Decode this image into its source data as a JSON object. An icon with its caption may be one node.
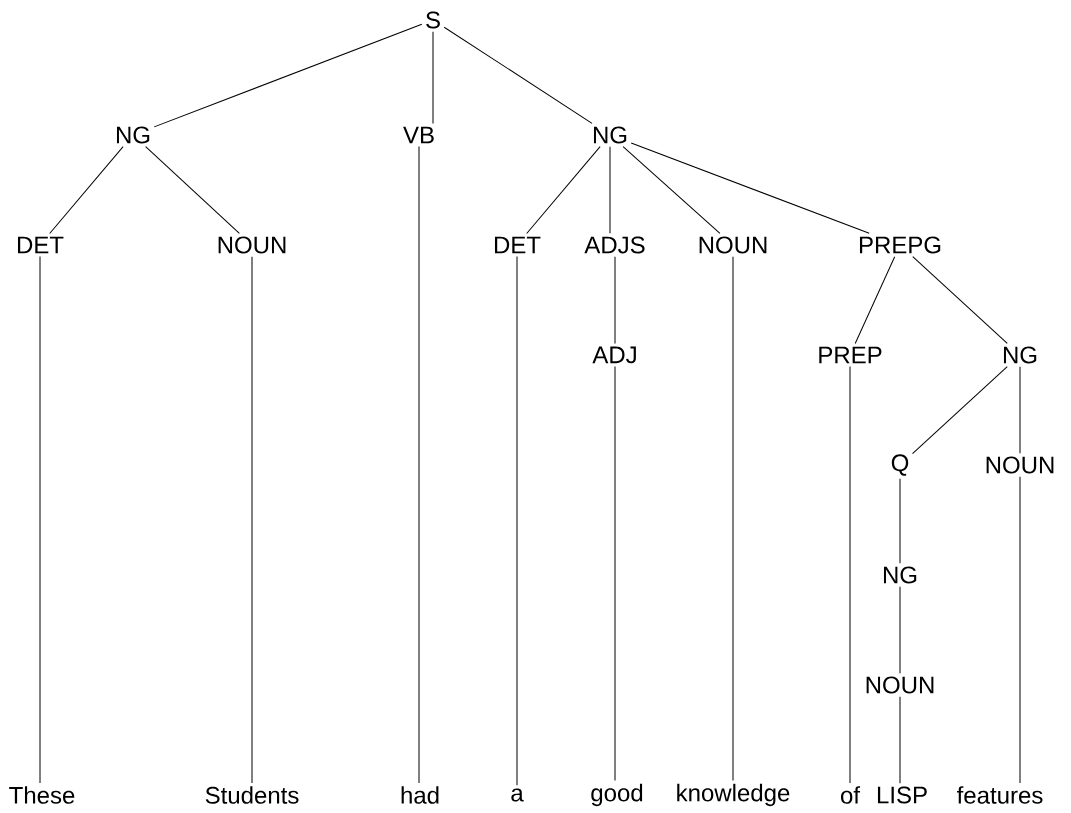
{
  "diagram": {
    "nodes": [
      {
        "text": [
          "S"
        ]
      },
      {
        "text": [
          "NG"
        ]
      },
      {
        "text": [
          "VB"
        ]
      },
      {
        "text": [
          "NG"
        ]
      },
      {
        "text": [
          "DET"
        ]
      },
      {
        "text": [
          "NOUN"
        ]
      },
      {
        "text": [
          "DET"
        ]
      },
      {
        "text": [
          "ADJS"
        ]
      },
      {
        "text": [
          "NOUN"
        ]
      },
      {
        "text": [
          "PREPG"
        ]
      },
      {
        "text": [
          "ADJ"
        ]
      },
      {
        "text": [
          "PREP"
        ]
      },
      {
        "text": [
          "NG"
        ]
      },
      {
        "text": [
          "Q"
        ]
      },
      {
        "text": [
          "NOUN"
        ]
      },
      {
        "text": [
          "NG"
        ]
      },
      {
        "text": [
          "NOUN"
        ]
      },
      {
        "text": [
          "These"
        ]
      },
      {
        "text": [
          "Students"
        ]
      },
      {
        "text": [
          "had"
        ]
      },
      {
        "text": [
          "a"
        ]
      },
      {
        "text": [
          "good"
        ]
      },
      {
        "text": [
          "knowledge"
        ]
      },
      {
        "text": [
          "of"
        ]
      },
      {
        "text": [
          "LISP"
        ]
      },
      {
        "text": [
          "features"
        ]
      }
    ],
    "edges": [
      {
        "from": 0,
        "to": 1,
        "arrow": "none"
      },
      {
        "from": 0,
        "to": 2,
        "arrow": "none"
      },
      {
        "from": 0,
        "to": 3,
        "arrow": "none"
      },
      {
        "from": 1,
        "to": 4,
        "arrow": "none"
      },
      {
        "from": 1,
        "to": 5,
        "arrow": "none"
      },
      {
        "from": 3,
        "to": 6,
        "arrow": "none"
      },
      {
        "from": 3,
        "to": 7,
        "arrow": "none"
      },
      {
        "from": 3,
        "to": 8,
        "arrow": "none"
      },
      {
        "from": 3,
        "to": 9,
        "arrow": "none"
      },
      {
        "from": 7,
        "to": 10,
        "arrow": "none"
      },
      {
        "from": 9,
        "to": 11,
        "arrow": "none"
      },
      {
        "from": 9,
        "to": 12,
        "arrow": "none"
      },
      {
        "from": 12,
        "to": 13,
        "arrow": "none"
      },
      {
        "from": 12,
        "to": 14,
        "arrow": "none"
      },
      {
        "from": 13,
        "to": 15,
        "arrow": "none"
      },
      {
        "from": 15,
        "to": 16,
        "arrow": "none"
      },
      {
        "from": 4,
        "to": 17,
        "arrow": "none"
      },
      {
        "from": 5,
        "to": 18,
        "arrow": "none"
      },
      {
        "from": 2,
        "to": 19,
        "arrow": "none"
      },
      {
        "from": 6,
        "to": 20,
        "arrow": "none"
      },
      {
        "from": 10,
        "to": 21,
        "arrow": "none"
      },
      {
        "from": 8,
        "to": 22,
        "arrow": "none"
      },
      {
        "from": 11,
        "to": 23,
        "arrow": "none"
      },
      {
        "from": 16,
        "to": 24,
        "arrow": "none"
      },
      {
        "from": 14,
        "to": 25,
        "arrow": "none"
      }
    ]
  }
}
